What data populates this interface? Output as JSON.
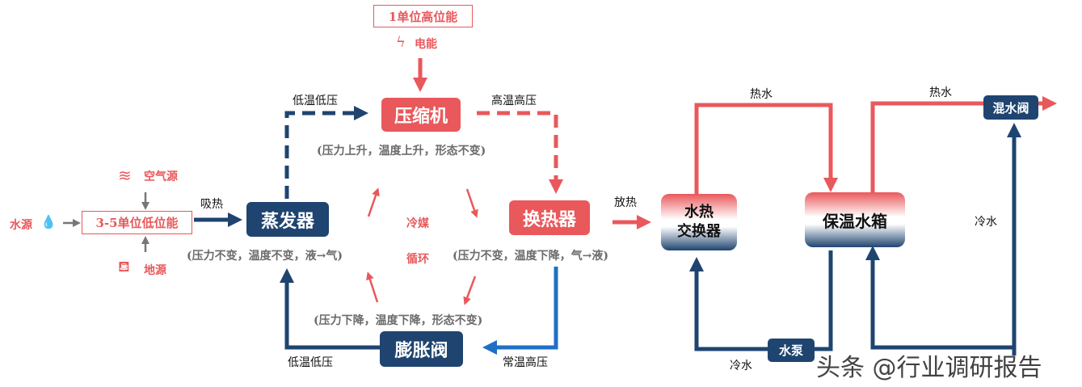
{
  "sources": {
    "air": "空气源",
    "water": "水源",
    "ground": "地源",
    "low_energy": "3-5单位低位能",
    "high_energy": "1单位高位能",
    "electric": "电能"
  },
  "components": {
    "compressor": "压缩机",
    "evaporator": "蒸发器",
    "condenser": "换热器",
    "expansion_valve": "膨胀阀",
    "water_heat_exchanger_line1": "水热",
    "water_heat_exchanger_line2": "交换器",
    "storage_tank": "保温水箱",
    "water_pump": "水泵",
    "mixing_valve": "混水阀"
  },
  "labels": {
    "absorb_heat": "吸热",
    "release_heat": "放热",
    "low_temp_low_pressure_top": "低温低压",
    "high_temp_high_pressure": "高温高压",
    "normal_temp_high_pressure": "常温高压",
    "low_temp_low_pressure_bottom": "低温低压",
    "refrigerant": "冷媒",
    "cycle": "循环",
    "hot_water_1": "热水",
    "hot_water_2": "热水",
    "cold_water_1": "冷水",
    "cold_water_2": "冷水"
  },
  "notes": {
    "compressor": "(压力上升，温度上升，形态不变)",
    "evaporator": "(压力不变，温度不变，液→气)",
    "condenser": "(压力不变，温度下降，气→液)",
    "expansion": "(压力下降，温度下降，形态不变)"
  },
  "watermark": "头条 @行业调研报告",
  "colors": {
    "red": "#e9585b",
    "navy": "#1f4470",
    "blue": "#1f6fc5",
    "gray_text": "#6b6b6b"
  }
}
